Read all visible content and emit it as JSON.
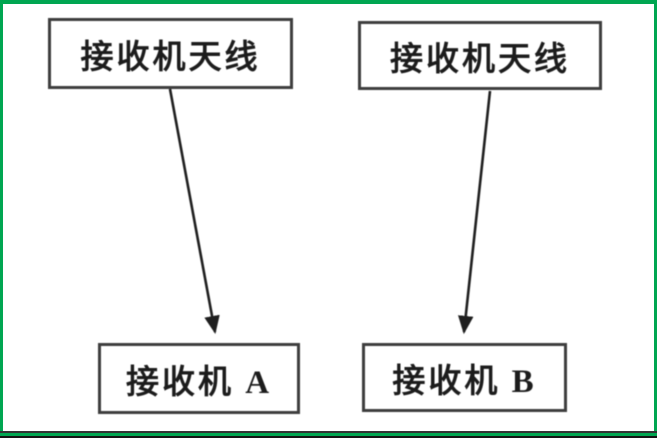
{
  "diagram": {
    "nodes": [
      {
        "id": "antenna-left",
        "label": "接收机天线"
      },
      {
        "id": "antenna-right",
        "label": "接收机天线"
      },
      {
        "id": "receiver-a",
        "label": "接收机 A"
      },
      {
        "id": "receiver-b",
        "label": "接收机 B"
      }
    ],
    "edges": [
      {
        "from": "antenna-left",
        "to": "receiver-a",
        "style": "arrow"
      },
      {
        "from": "antenna-right",
        "to": "receiver-b",
        "style": "arrow"
      }
    ]
  },
  "colors": {
    "frame": "#00A651",
    "boxborder": "#3e3e3e",
    "ink": "#1c1c1c",
    "arrow": "#1f1f1f",
    "background": "#ffffff"
  }
}
